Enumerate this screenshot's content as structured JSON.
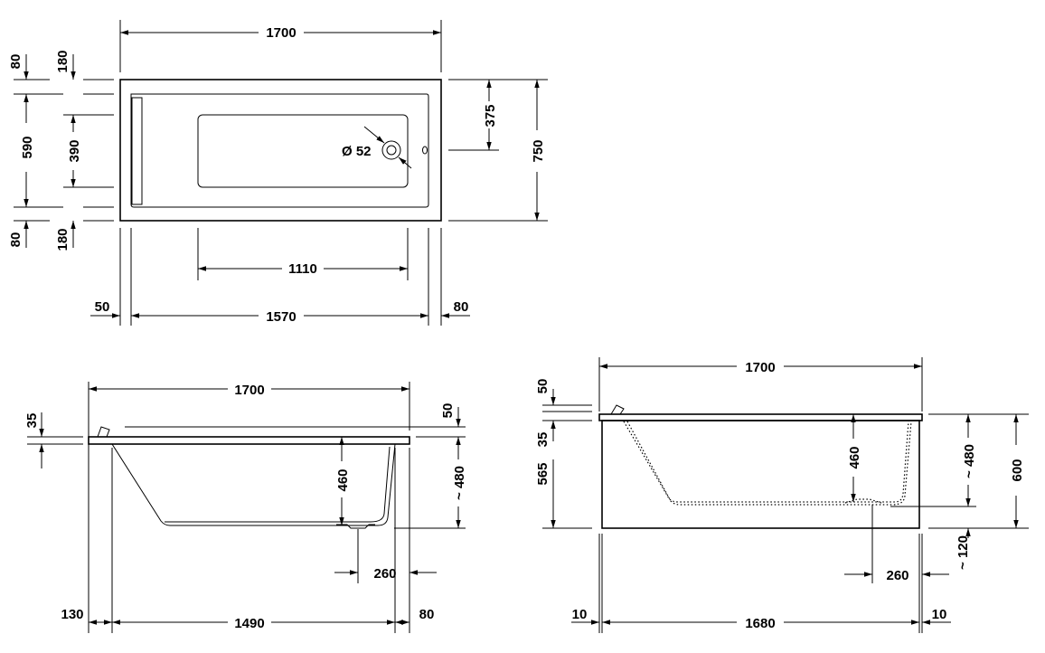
{
  "top_view": {
    "length": "1700",
    "width": "750",
    "inner_width": "590",
    "outlet_width": "390",
    "rim_top": "80",
    "rim_bottom": "80",
    "offset_top": "180",
    "offset_bottom": "180",
    "outlet_offset": "375",
    "drain_diameter": "Ø 52",
    "outlet_length": "1110",
    "left_rim": "50",
    "inner_length": "1570",
    "right_rim": "80"
  },
  "side_view": {
    "length": "1700",
    "rim_thickness": "35",
    "top_offset": "50",
    "depth": "460",
    "height_approx": "~ 480",
    "drain_offset": "260",
    "left_offset": "130",
    "bottom_length": "1490",
    "right_offset": "80"
  },
  "front_view": {
    "length": "1700",
    "rim_gap": "50",
    "rim_thickness": "35",
    "depth": "460",
    "height_approx": "~ 480",
    "height_total": "600",
    "panel_height": "565",
    "feet_approx": "~ 120",
    "drain_offset": "260",
    "left_gap": "10",
    "panel_length": "1680",
    "right_gap": "10"
  }
}
